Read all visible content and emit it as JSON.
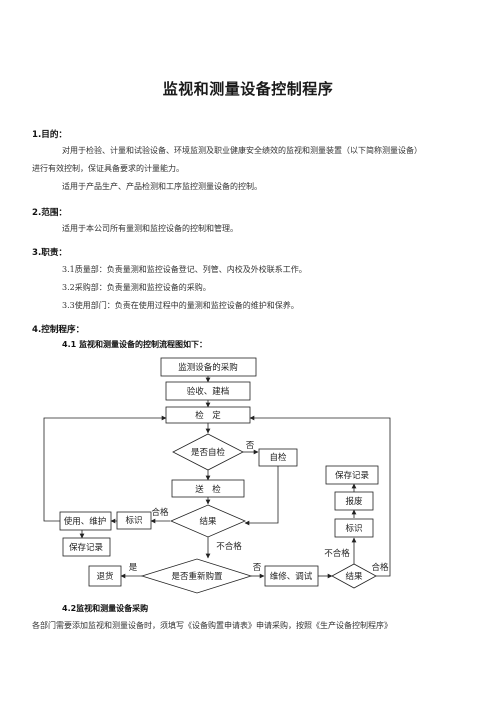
{
  "doc": {
    "title": "监视和测量设备控制程序",
    "s1_head": "1.目的：",
    "s1_p1_line1": "对用于检验、计量和试验设备、环境监测及职业健康安全绩效的监视和测量装置（以下简称测量设备）",
    "s1_p1_line2": "进行有效控制，保证具备要求的计量能力。",
    "s1_p2": "适用于产品生产、产品检测和工序监控测量设备的控制。",
    "s2_head": "2.范围：",
    "s2_p1": "适用于本公司所有量测和监控设备的控制和管理。",
    "s3_head": "3.职责：",
    "s3_items": [
      "3.1质量部：负责量测和监控设备登记、列管、内校及外校联系工作。",
      "3.2采购部：负责量测和监控设备的采购。",
      "3.3使用部门：负责在使用过程中的量测和监控设备的维护和保养。"
    ],
    "s4_head": "4.控制程序：",
    "s41_head": "4.1 监视和测量设备的控制流程图如下：",
    "s42_head": "4.2监视和测量设备采购",
    "s42_p1": "各部门需要添加监视和测量设备时，须填写《设备购置申请表》申请采购，按照《生产设备控制程序》"
  },
  "flow": {
    "purchase": "监测设备的采购",
    "accept": "验收、建档",
    "verify": "检　定",
    "self_check_q": "是否自检",
    "no_1": "否",
    "self_check": "自检",
    "send_check": "送　检",
    "result_1": "结果",
    "pass_1": "合格",
    "label_1": "标识",
    "use_maint": "使用、维护",
    "save_rec_1": "保存记录",
    "fail_1": "不合格",
    "repurchase_q": "是否重新购置",
    "yes": "是",
    "return_goods": "退货",
    "no_2": "否",
    "repair": "维修、调试",
    "result_2": "结果",
    "pass_2": "合格",
    "fail_2": "不合格",
    "label_2": "标识",
    "scrap": "报废",
    "save_rec_2": "保存记录"
  }
}
